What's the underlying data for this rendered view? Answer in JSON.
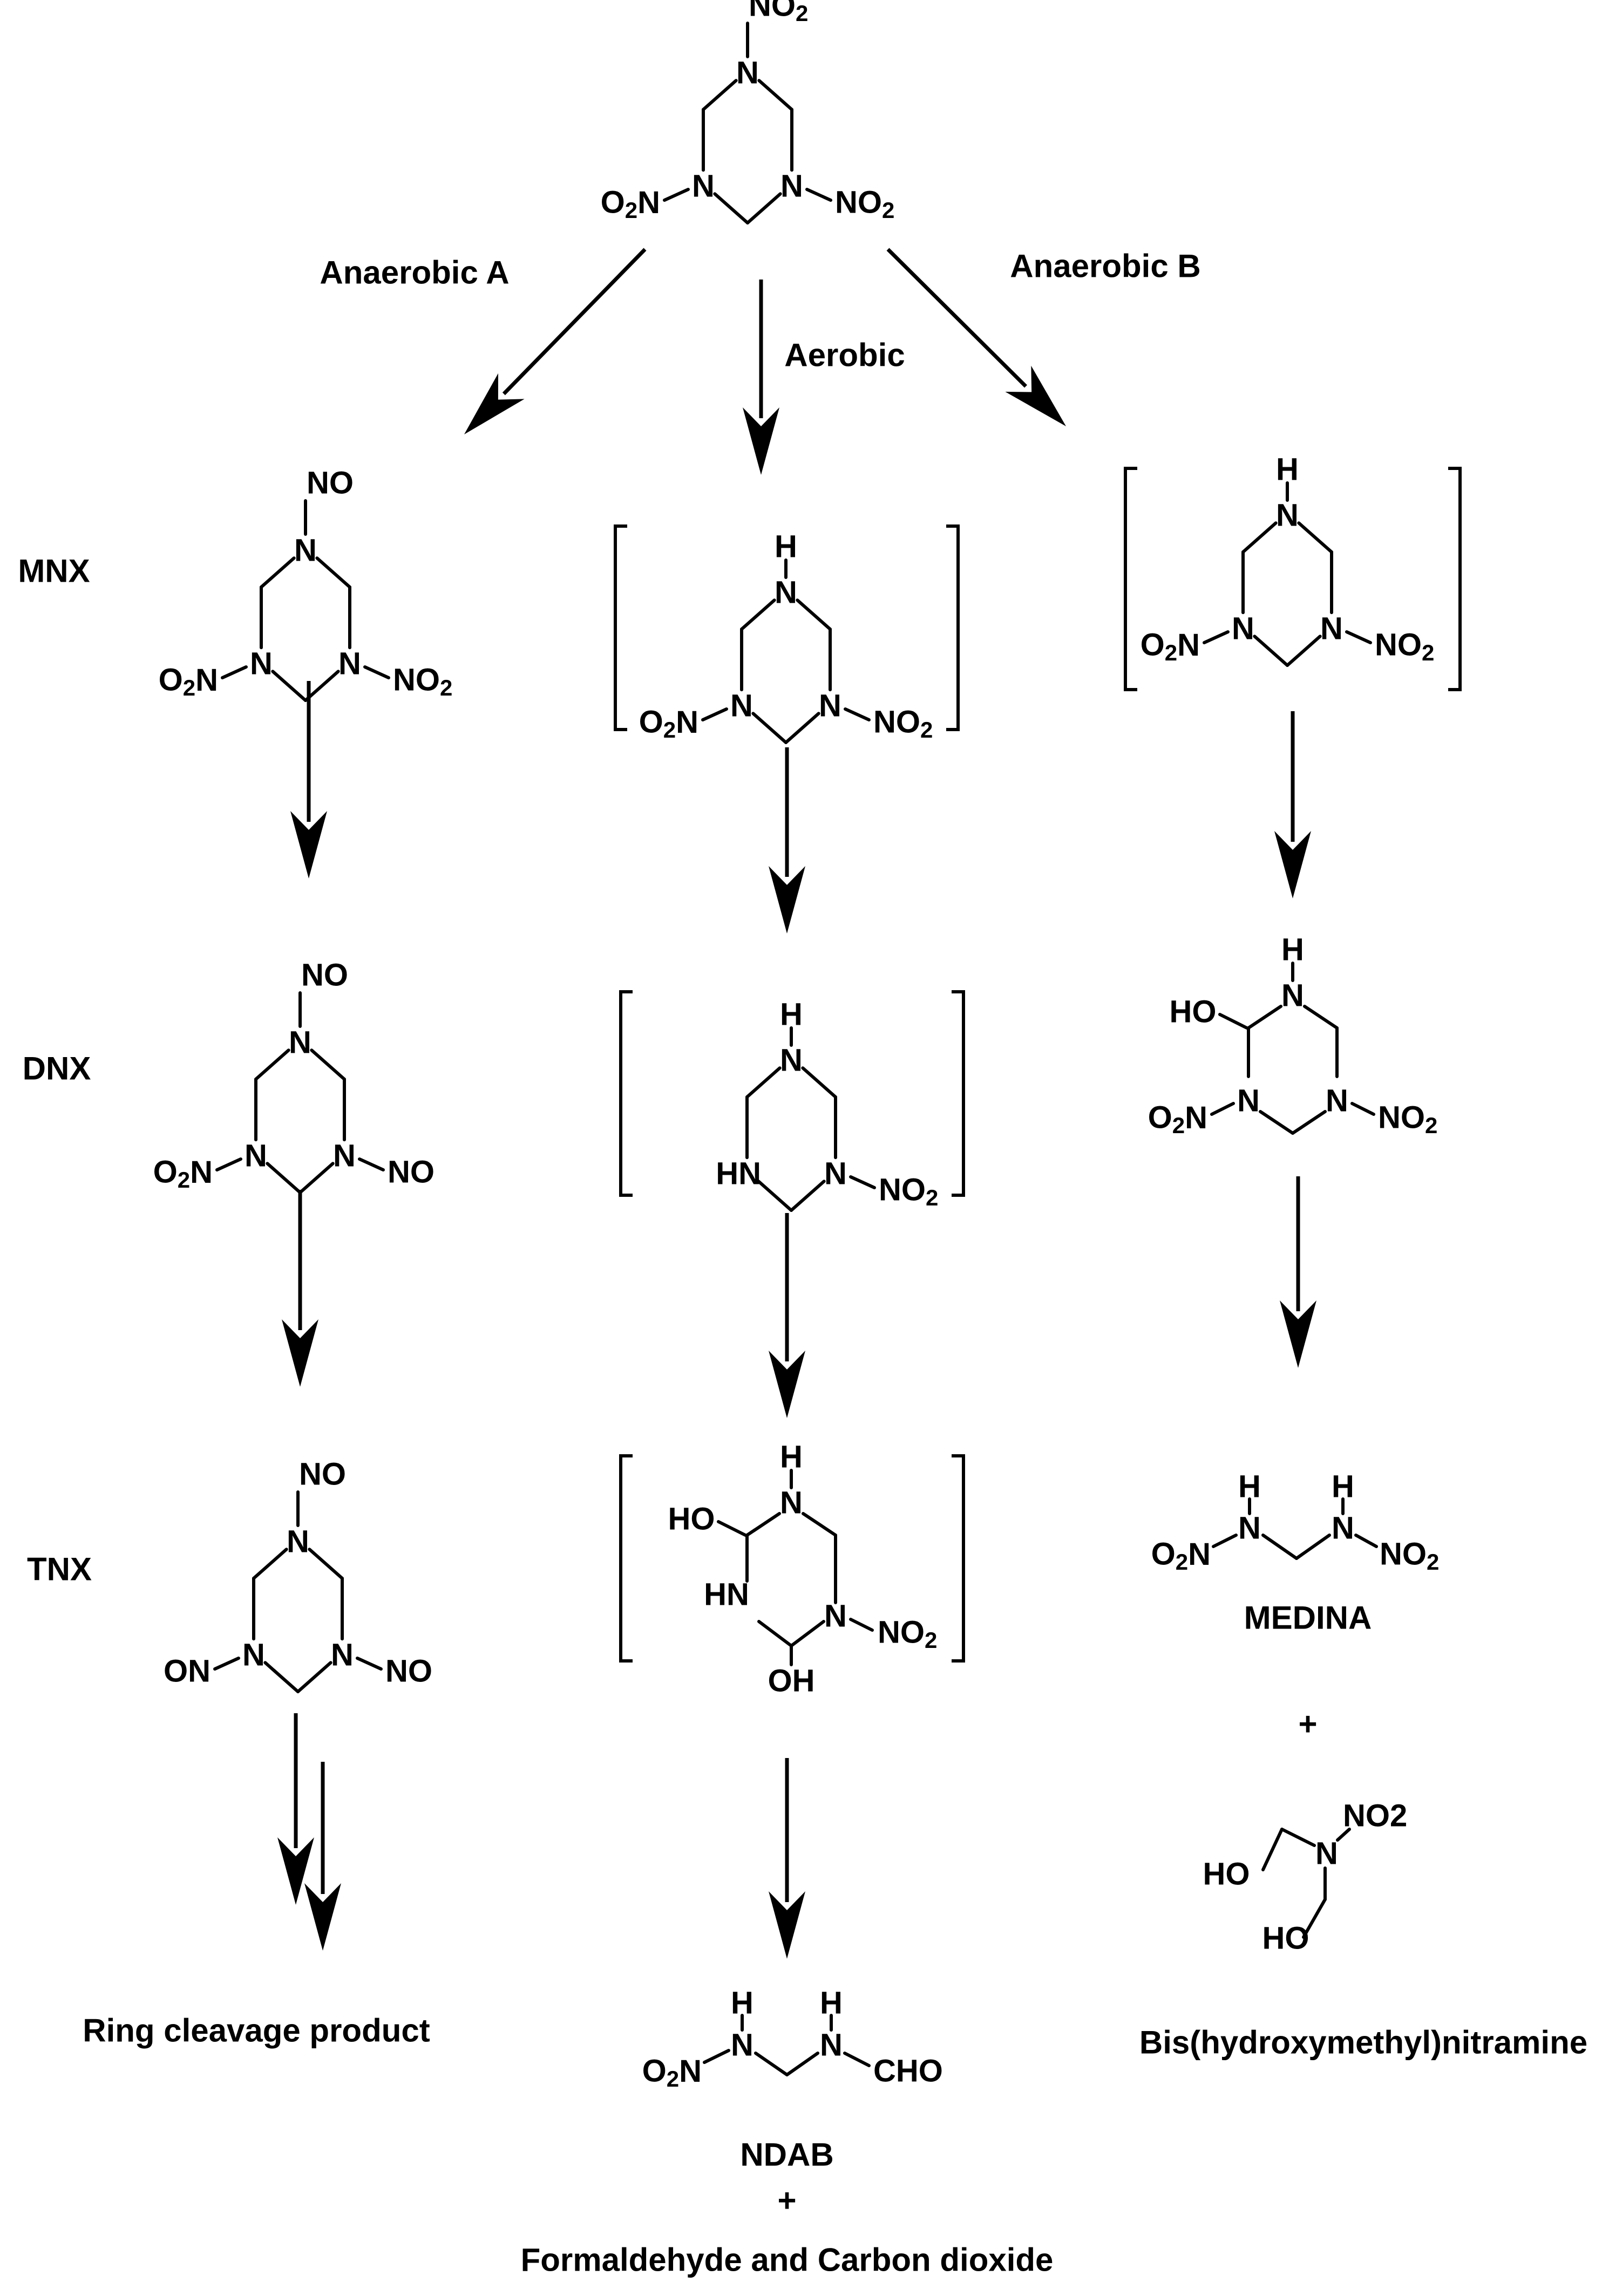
{
  "labels": {
    "anaerobic_a": "Anaerobic A",
    "aerobic": "Aerobic",
    "anaerobic_b": "Anaerobic B",
    "mnx": "MNX",
    "dnx": "DNX",
    "tnx": "TNX",
    "medina": "MEDINA",
    "plus_right": "+",
    "ring_cleavage": "Ring cleavage product",
    "bis": "Bis(hydroxymethyl)nitramine",
    "ndab": "NDAB",
    "plus_center": "+",
    "formaldehyde": "Formaldehyde and Carbon dioxide"
  },
  "atoms": {
    "N": "N",
    "NO2": "NO",
    "O2N": "O",
    "O2N_tail": "N",
    "sub_2": "2",
    "NO": "NO",
    "ON": "ON",
    "H": "H",
    "HN": "HN",
    "HO": "HO",
    "OH": "OH",
    "CHO": "CHO",
    "NO2_plain": "NO2"
  }
}
